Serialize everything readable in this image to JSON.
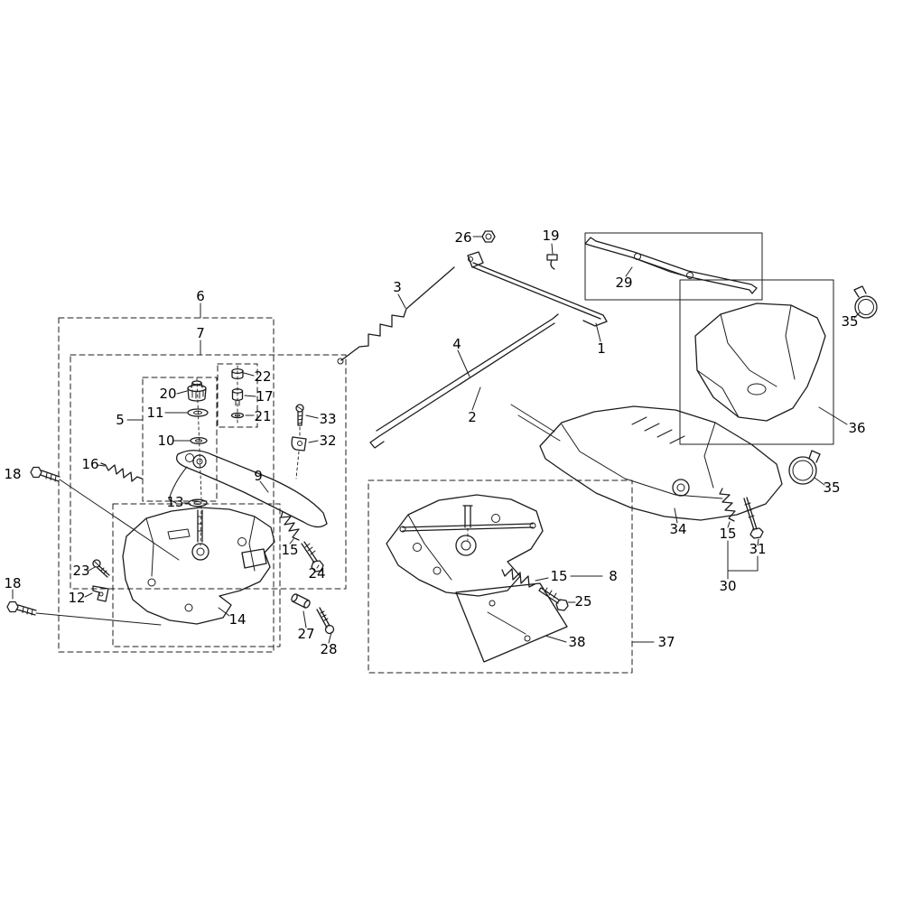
{
  "diagram": {
    "type": "exploded-parts-diagram",
    "background": "#ffffff",
    "line_color": "#1c1c1c",
    "text_color": "#000000"
  },
  "callouts": [
    "26",
    "19",
    "29",
    "3",
    "1",
    "4",
    "2",
    "35",
    "36",
    "6",
    "7",
    "22",
    "20",
    "17",
    "11",
    "21",
    "5",
    "33",
    "10",
    "32",
    "16",
    "18",
    "9",
    "13",
    "15",
    "24",
    "23",
    "18",
    "12",
    "14",
    "27",
    "28",
    "34",
    "15",
    "35",
    "31",
    "30",
    "8",
    "15",
    "25",
    "38",
    "37"
  ]
}
